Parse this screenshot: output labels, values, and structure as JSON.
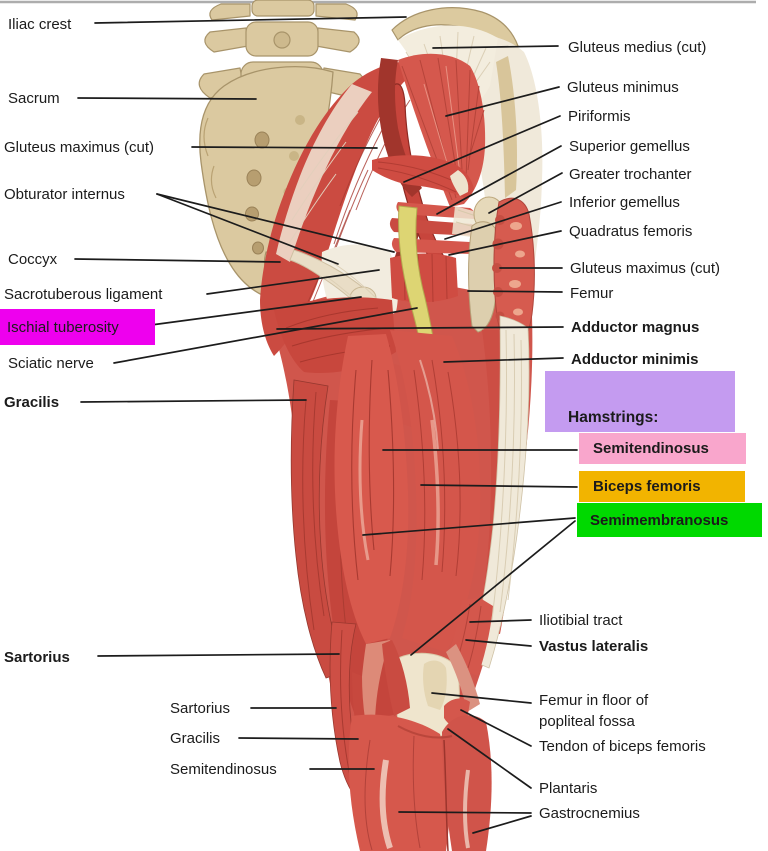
{
  "colors": {
    "label_text": "#1b1b1b",
    "leader_line": "#1c1c1c",
    "highlight_magenta": "#ee00ee",
    "highlight_purple": "#c49bf0",
    "highlight_pink": "#f9a6cc",
    "highlight_orange": "#f2b400",
    "highlight_green": "#00d900"
  },
  "labels": {
    "iliac_crest": "Iliac crest",
    "sacrum": "Sacrum",
    "gluteus_maximus_cut_left": "Gluteus maximus (cut)",
    "obturator_internus": "Obturator internus",
    "coccyx": "Coccyx",
    "sacrotuberous_ligament": "Sacrotuberous ligament",
    "ischial_tuberosity": "Ischial tuberosity",
    "sciatic_nerve": "Sciatic nerve",
    "gracilis": "Gracilis",
    "sartorius": "Sartorius",
    "sartorius_distal": "Sartorius",
    "gracilis_distal": "Gracilis",
    "semitendinosus_distal": "Semitendinosus",
    "gluteus_medius_cut": "Gluteus medius (cut)",
    "gluteus_minimus": "Gluteus minimus",
    "piriformis": "Piriformis",
    "superior_gemellus": "Superior gemellus",
    "greater_trochanter": "Greater trochanter",
    "inferior_gemellus": "Inferior gemellus",
    "quadratus_femoris": "Quadratus femoris",
    "gluteus_maximus_cut_right": "Gluteus maximus (cut)",
    "femur": "Femur",
    "adductor_magnus": "Adductor magnus",
    "adductor_minimis": "Adductor minimis",
    "hamstrings_heading": "Hamstrings:",
    "semitendinosus": "Semitendinosus",
    "biceps_femoris": "Biceps femoris",
    "semimembranosus": "Semimembranosus",
    "iliotibial_tract": "Iliotibial tract",
    "vastus_lateralis": "Vastus lateralis",
    "femur_popliteal_line1": "Femur in floor of",
    "femur_popliteal_line2": "popliteal fossa",
    "tendon_of_biceps_femoris": "Tendon of biceps femoris",
    "plantaris": "Plantaris",
    "gastrocnemius": "Gastrocnemius"
  }
}
